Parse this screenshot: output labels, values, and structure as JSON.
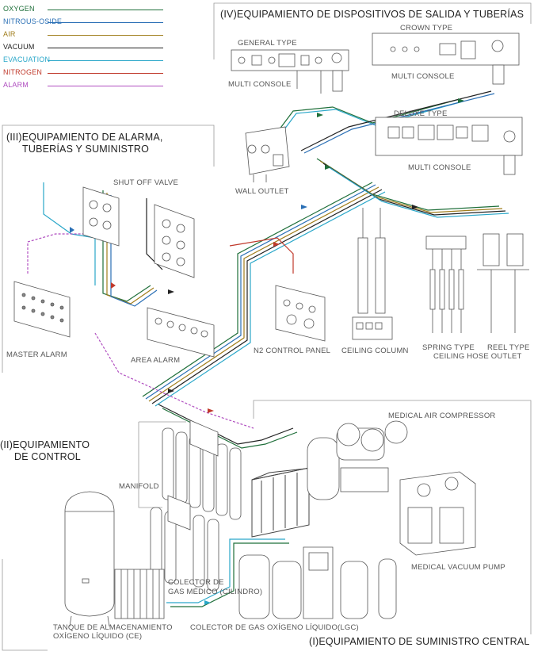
{
  "legend": [
    {
      "label": "OXYGEN",
      "color": "#1f6f3a"
    },
    {
      "label": "NITROUS-OSIDE",
      "color": "#2a6fb5"
    },
    {
      "label": "AIR",
      "color": "#a07d1c"
    },
    {
      "label": "VACUUM",
      "color": "#222222"
    },
    {
      "label": "EVACUATION",
      "color": "#2aa7c9"
    },
    {
      "label": "NITROGEN",
      "color": "#c0392b"
    },
    {
      "label": "ALARM",
      "color": "#b04ec0"
    }
  ],
  "sections": {
    "iv": "(IV)EQUIPAMIENTO DE DISPOSITIVOS DE SALIDA Y TUBERÍAS",
    "iii_line1": "(III)EQUIPAMIENTO DE ALARMA,",
    "iii_line2": "TUBERÍAS Y SUMINISTRO",
    "ii_line1": "(II)EQUIPAMIENTO",
    "ii_line2": "DE CONTROL",
    "i": "(I)EQUIPAMIENTO DE SUMINISTRO CENTRAL"
  },
  "labels": {
    "general_type": "GENERAL TYPE",
    "multi_console_1": "MULTI CONSOLE",
    "crown_type": "CROWN TYPE",
    "multi_console_2": "MULTI CONSOLE",
    "deluxe_type": "DELUXE TYPE",
    "multi_console_3": "MULTI CONSOLE",
    "wall_outlet": "WALL OUTLET",
    "shut_off_valve": "SHUT OFF VALVE",
    "master_alarm": "MASTER ALARM",
    "area_alarm": "AREA ALARM",
    "n2_control_panel": "N2 CONTROL PANEL",
    "ceiling_column": "CEILING COLUMN",
    "spring_type": "SPRING TYPE",
    "reel_type": "REEL TYPE",
    "ceiling_hose_outlet": "CEILING HOSE OUTLET",
    "medical_air_compressor": "MEDICAL AIR COMPRESSOR",
    "manifold": "MANIFOLD",
    "medical_vacuum_pump": "MEDICAL VACUUM PUMP",
    "colector_medico_1": "COLECTOR DE",
    "colector_medico_2": "GAS MÉDICO (CILINDRO)",
    "tanque_1": "TANQUE DE ALMACENAMIENTO",
    "tanque_2": "OXÍGENO LÍQUIDO (CE)",
    "colector_lgc": "COLECTOR DE GAS OXÍGENO LÍQUIDO(LGC)"
  },
  "colors": {
    "line_gray": "#777777",
    "box_gray": "#9a9a9a",
    "pipe_green": "#1f6f3a",
    "pipe_blue": "#2a6fb5",
    "pipe_yellow": "#a07d1c",
    "pipe_black": "#222222",
    "pipe_cyan": "#2aa7c9",
    "pipe_red": "#c0392b",
    "pipe_purple": "#b04ec0"
  }
}
